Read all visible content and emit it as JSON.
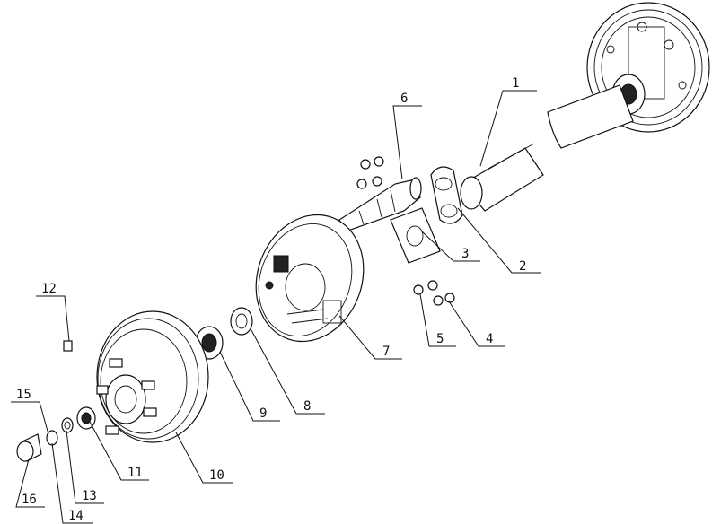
{
  "diagram": {
    "type": "exploded-view",
    "callouts": [
      {
        "id": "callout-1",
        "text": "1"
      },
      {
        "id": "callout-2",
        "text": "2"
      },
      {
        "id": "callout-3",
        "text": "3"
      },
      {
        "id": "callout-4",
        "text": "4"
      },
      {
        "id": "callout-5",
        "text": "5"
      },
      {
        "id": "callout-6",
        "text": "6"
      },
      {
        "id": "callout-7",
        "text": "7"
      },
      {
        "id": "callout-8",
        "text": "8"
      },
      {
        "id": "callout-9",
        "text": "9"
      },
      {
        "id": "callout-10",
        "text": "10"
      },
      {
        "id": "callout-11",
        "text": "11"
      },
      {
        "id": "callout-12",
        "text": "12"
      },
      {
        "id": "callout-13",
        "text": "13"
      },
      {
        "id": "callout-14",
        "text": "14"
      },
      {
        "id": "callout-15",
        "text": "15"
      },
      {
        "id": "callout-16",
        "text": "16"
      }
    ]
  }
}
